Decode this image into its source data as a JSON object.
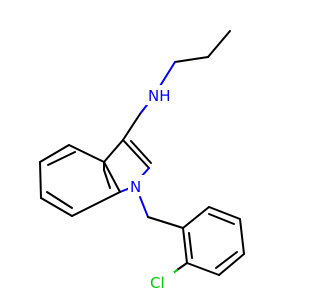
{
  "atoms": {
    "amine": {
      "label": "NH",
      "color": "#0000ff"
    },
    "indole_n": {
      "label": "N",
      "color": "#0000ff"
    },
    "chloro": {
      "label": "Cl",
      "color": "#00cc00"
    }
  }
}
